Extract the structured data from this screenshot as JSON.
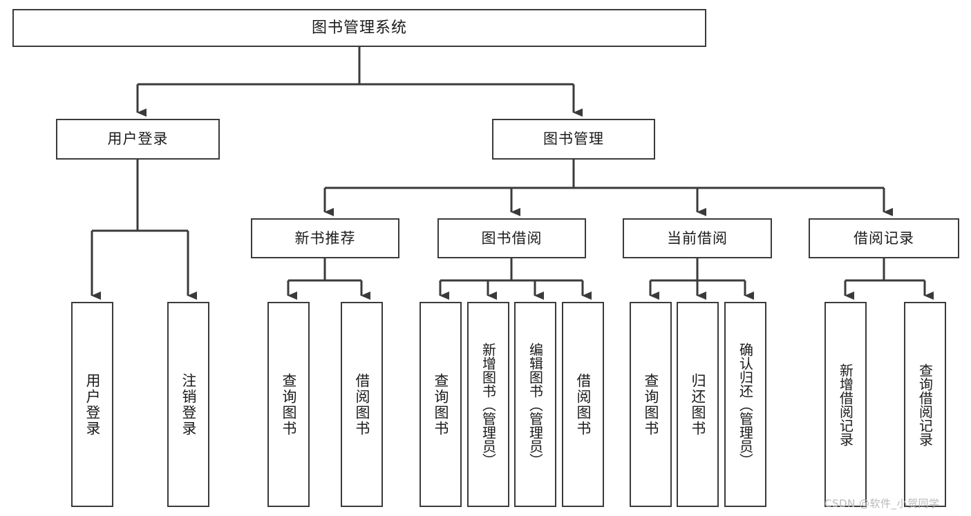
{
  "diagram": {
    "title": "图书管理系统",
    "type": "hierarchy-tree",
    "levels": 4,
    "root": {
      "label": "图书管理系统"
    },
    "level2": [
      {
        "label": "用户登录"
      },
      {
        "label": "图书管理"
      }
    ],
    "level3": [
      {
        "label": "新书推荐"
      },
      {
        "label": "图书借阅"
      },
      {
        "label": "当前借阅"
      },
      {
        "label": "借阅记录"
      }
    ],
    "leaves": {
      "user_login": [
        {
          "label": "用户登录"
        },
        {
          "label": "注销登录"
        }
      ],
      "new_book_recommend": [
        {
          "label": "查询图书"
        },
        {
          "label": "借阅图书"
        }
      ],
      "book_borrow": [
        {
          "label": "查询图书"
        },
        {
          "label": "新增图书（管理员）"
        },
        {
          "label": "编辑图书（管理员）"
        },
        {
          "label": "借阅图书"
        }
      ],
      "current_borrow": [
        {
          "label": "查询图书"
        },
        {
          "label": "归还图书"
        },
        {
          "label": "确认归还（管理员）"
        }
      ],
      "borrow_records": [
        {
          "label": "新增借阅记录"
        },
        {
          "label": "查询借阅记录"
        }
      ]
    }
  },
  "watermark": {
    "text": "CSDN @软件_小贺同学"
  },
  "colors": {
    "stroke": "#3a3a3a",
    "background": "#ffffff",
    "text": "#1b1b1b",
    "watermark": "#b9b9b9"
  }
}
